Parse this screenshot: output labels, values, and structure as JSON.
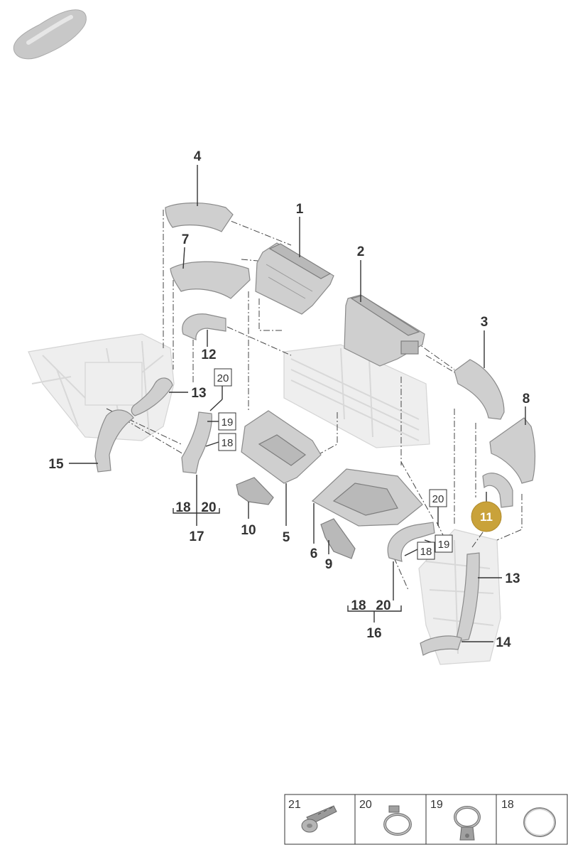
{
  "callouts": {
    "c1": "1",
    "c2": "2",
    "c3": "3",
    "c4": "4",
    "c5": "5",
    "c6": "6",
    "c7": "7",
    "c8": "8",
    "c9": "9",
    "c10": "10",
    "c11": "11",
    "c12": "12",
    "c13a": "13",
    "c13b": "13",
    "c14": "14",
    "c15": "15",
    "c16": "16",
    "c17": "17"
  },
  "boxed": {
    "b20a": "20",
    "b19a": "19",
    "b18a": "18",
    "b20b": "20",
    "b19b": "19",
    "b18b": "18"
  },
  "groups": {
    "g17": {
      "left": "18",
      "right": "20"
    },
    "g16": {
      "left": "18",
      "right": "20"
    }
  },
  "small_parts": [
    {
      "number": "21",
      "icon": "bolt-icon"
    },
    {
      "number": "20",
      "icon": "hose-clamp-icon"
    },
    {
      "number": "19",
      "icon": "hose-clamp-icon"
    },
    {
      "number": "18",
      "icon": "o-ring-icon"
    }
  ],
  "highlight": {
    "part": "11",
    "color": "#c9a23a"
  }
}
